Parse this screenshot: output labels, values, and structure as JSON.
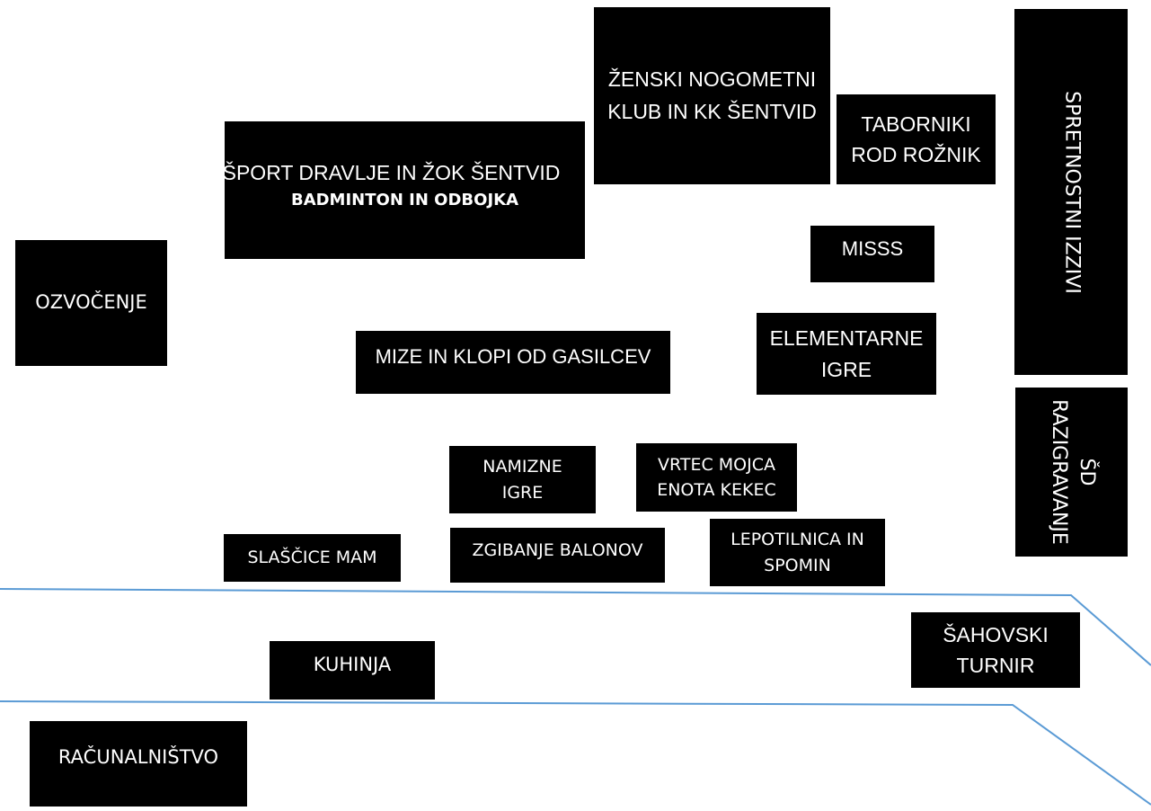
{
  "colors": {
    "box": "#000000",
    "text": "#ffffff",
    "path_line": "#5b9bd5"
  },
  "stands": {
    "zenski": {
      "line1": "ŽENSKI NOGOMETNI",
      "line2": "KLUB IN  KK ŠENTVID"
    },
    "taborniki": {
      "line1": "TABORNIKI",
      "line2": "ROD ROŽNIK"
    },
    "spretnostni": {
      "label": "SPRETNOSTNI IZZIVI"
    },
    "sport_dravlje": {
      "line1": "ŠPORT DRAVLJE IN ŽOK ŠENTVID",
      "line2": "BADMINTON IN ODBOJKA"
    },
    "misss": {
      "label": "MISSS"
    },
    "ozvocenje": {
      "label": "OZVOČENJE"
    },
    "mize": {
      "label": "MIZE  IN KLOPI OD GASILCEV"
    },
    "elementarne": {
      "line1": "ELEMENTARNE",
      "line2": "IGRE"
    },
    "sd_razigravanje": {
      "line1": "ŠD",
      "line2": "RAZIGRAVANJE"
    },
    "namizne": {
      "line1": "NAMIZNE",
      "line2": "IGRE"
    },
    "vrtec": {
      "line1": "VRTEC MOJCA",
      "line2": "ENOTA KEKEC"
    },
    "slascice": {
      "label": "SLAŠČICE MAM"
    },
    "zgibanje": {
      "label": "ZGIBANJE  BALONOV"
    },
    "lepotilnica": {
      "line1": "LEPOTILNICA  IN",
      "line2": "SPOMIN"
    },
    "kuhinja": {
      "label": "KUHINJA"
    },
    "sahovski": {
      "line1": "ŠAHOVSKI",
      "line2": "TURNIR"
    },
    "racunalnistvo": {
      "label": "RAČUNALNIŠTVO"
    }
  }
}
